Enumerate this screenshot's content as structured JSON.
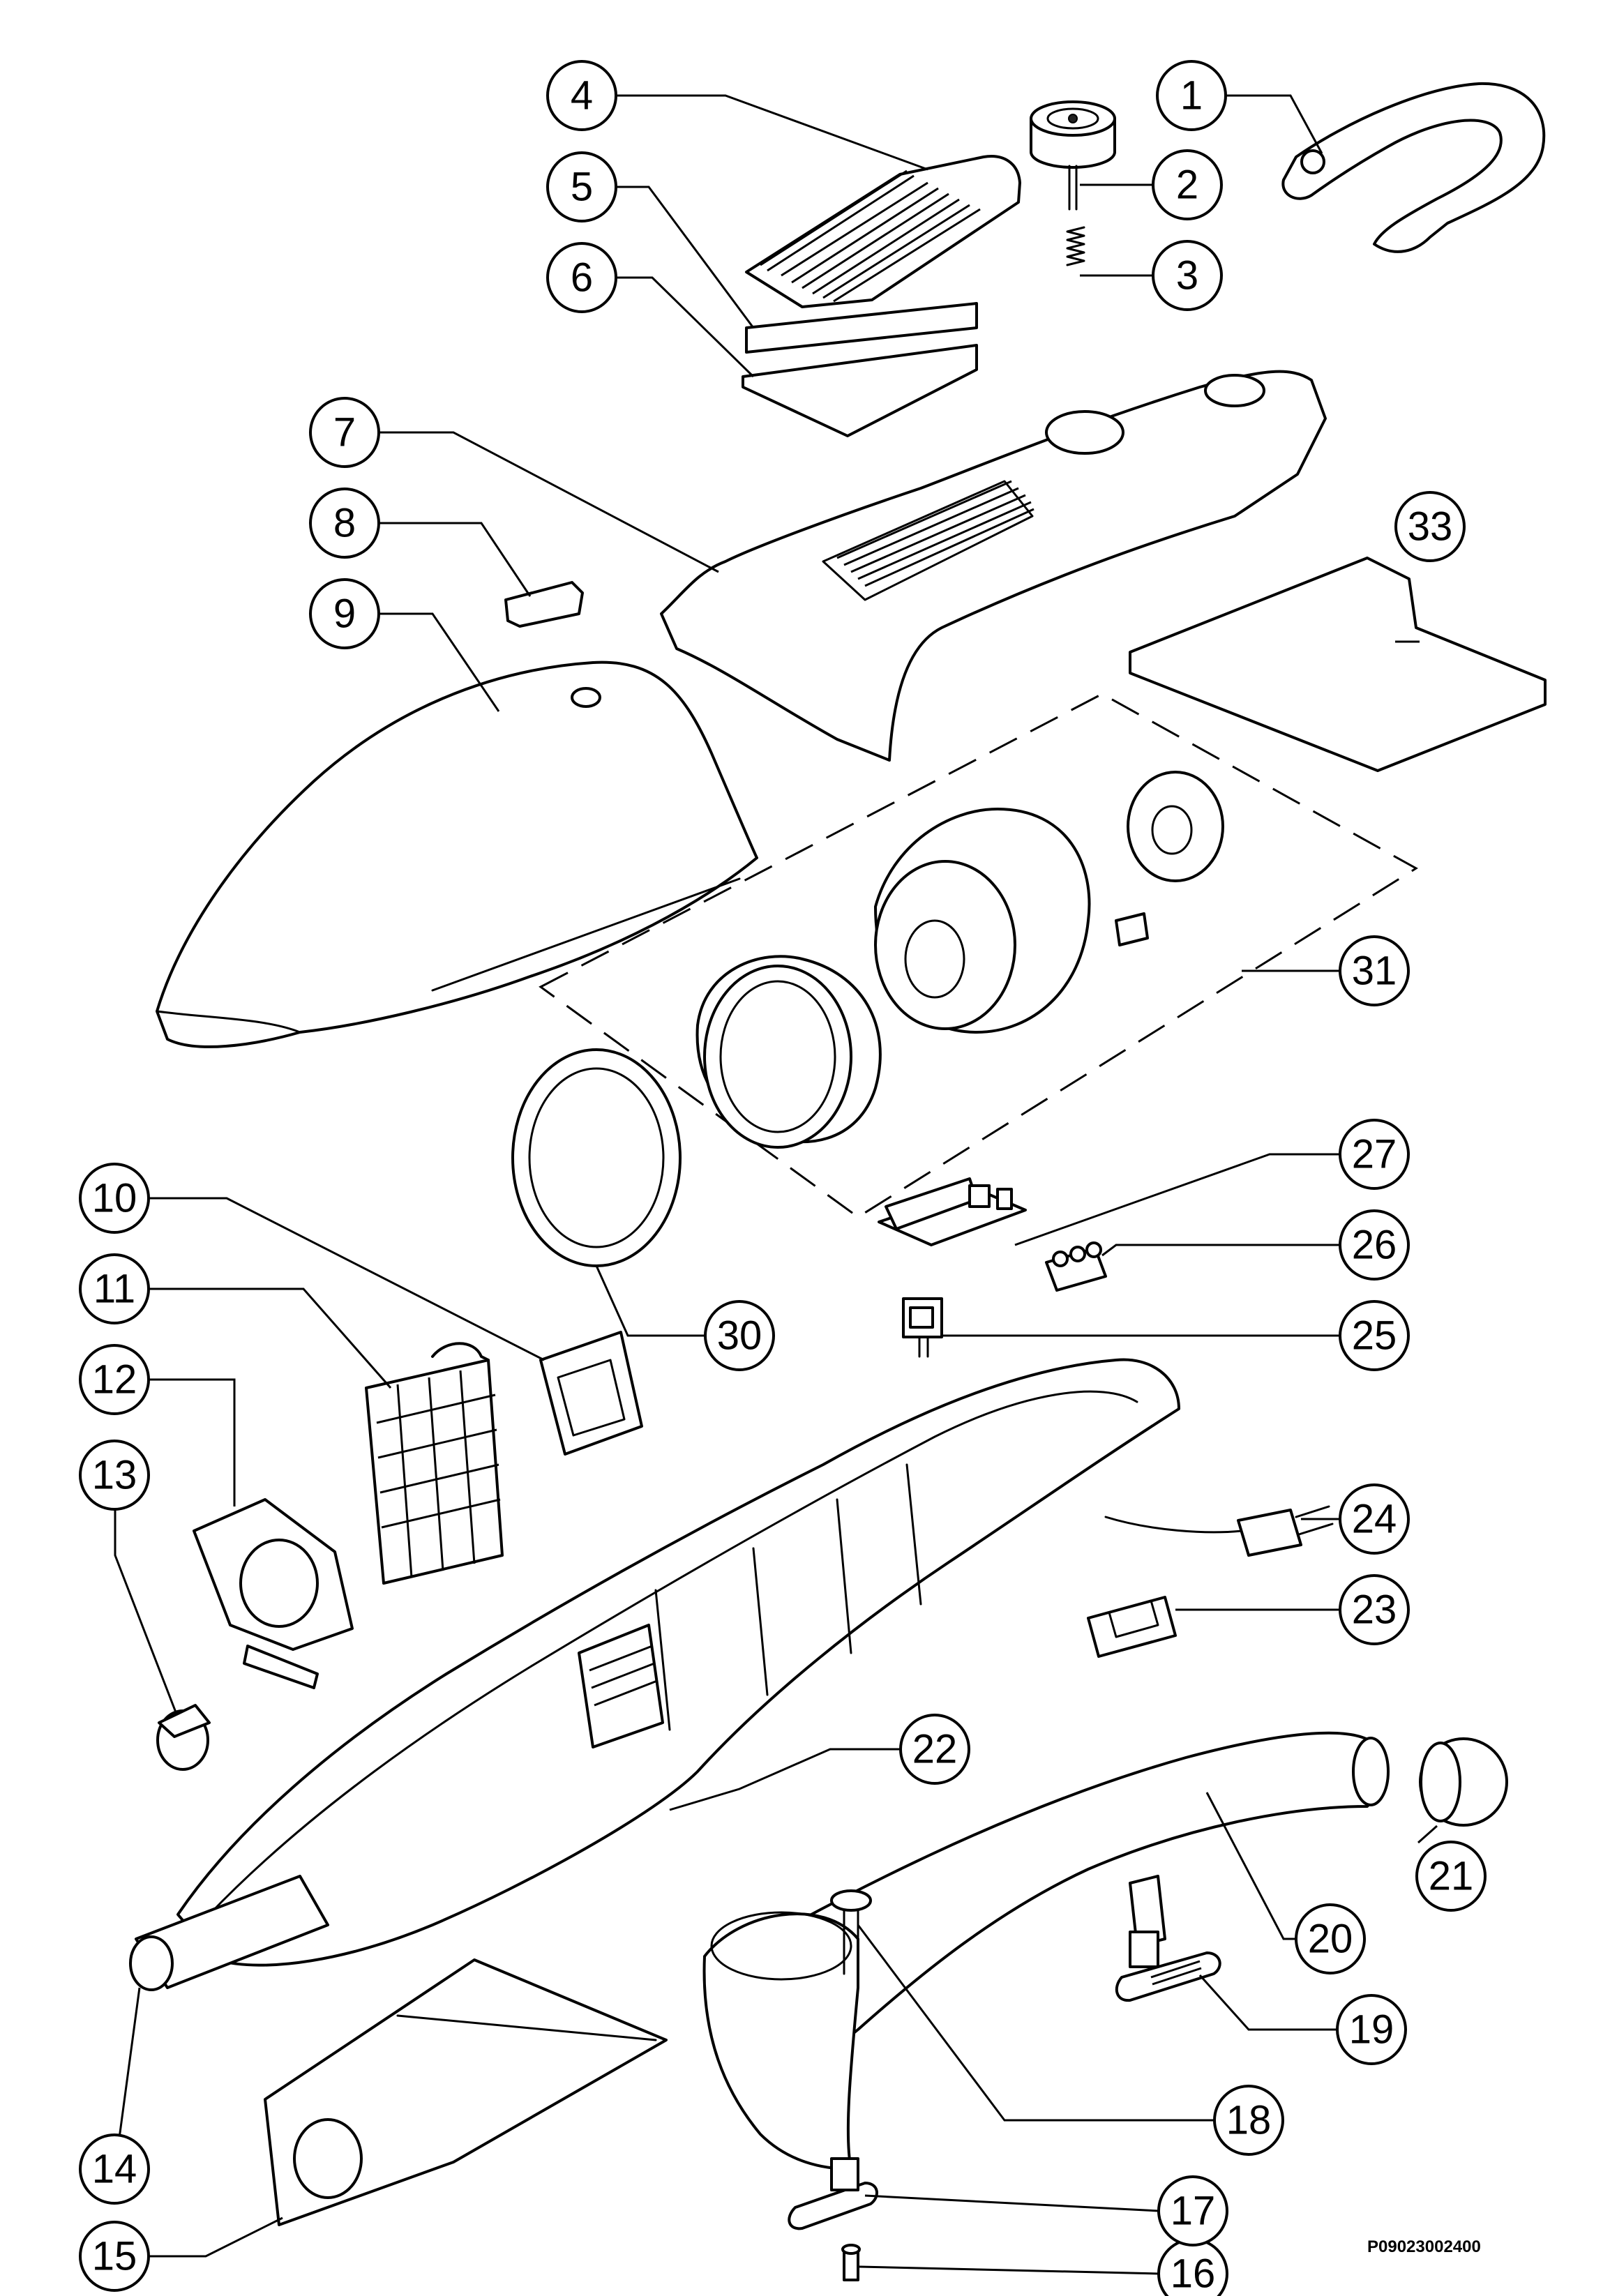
{
  "reference_code": "P09023002400",
  "callouts": [
    "1",
    "2",
    "3",
    "4",
    "5",
    "6",
    "7",
    "8",
    "9",
    "10",
    "11",
    "12",
    "13",
    "14",
    "15",
    "16",
    "17",
    "18",
    "19",
    "20",
    "21",
    "22",
    "23",
    "24",
    "25",
    "26",
    "27",
    "30",
    "31",
    "33"
  ],
  "colors": {
    "ink": "#000000",
    "paper": "#ffffff"
  }
}
